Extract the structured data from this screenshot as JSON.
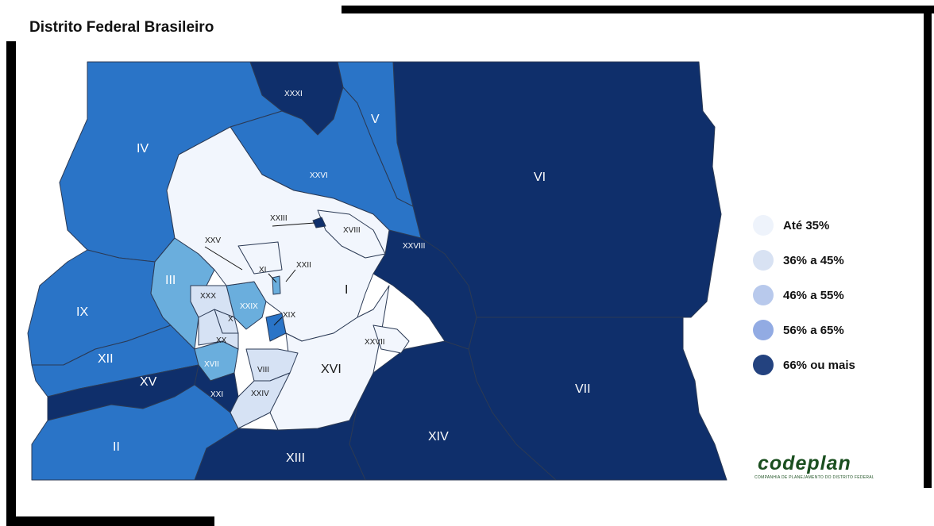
{
  "title": "Distrito Federal Brasileiro",
  "colors": {
    "c1": "#f2f6fd",
    "c2": "#d6e2f4",
    "c3": "#6aaedd",
    "c4": "#2a74c7",
    "c5": "#0f2f6b",
    "border": "#2b3a55"
  },
  "legend": [
    {
      "label": "Até 35%",
      "color": "#eef3fb"
    },
    {
      "label": "36% a 45%",
      "color": "#d8e2f3"
    },
    {
      "label": "46% a 55%",
      "color": "#b8c9ec"
    },
    {
      "label": "56% a 65%",
      "color": "#92abe3"
    },
    {
      "label": "66% ou mais",
      "color": "#23427f"
    }
  ],
  "regions": {
    "I": "I",
    "II": "II",
    "III": "III",
    "IV": "IV",
    "V": "V",
    "VI": "VI",
    "VII": "VII",
    "VIII": "VIII",
    "IX": "IX",
    "X": "X",
    "XI": "XI",
    "XII": "XII",
    "XIII": "XIII",
    "XIV": "XIV",
    "XV": "XV",
    "XVI": "XVI",
    "XVII": "XVII",
    "XVIII": "XVIII",
    "XIX": "XIX",
    "XX": "XX",
    "XXI": "XXI",
    "XXII": "XXII",
    "XXIII": "XXIII",
    "XXIV": "XXIV",
    "XXV": "XXV",
    "XXVI": "XXVI",
    "XXVII": "XXVII",
    "XXVIII": "XXVIII",
    "XXIX": "XXIX",
    "XXX": "XXX",
    "XXXI": "XXXI"
  },
  "logo": {
    "name": "codeplan",
    "subtitle": "COMPANHIA DE PLANEJAMENTO DO DISTRITO FEDERAL"
  }
}
